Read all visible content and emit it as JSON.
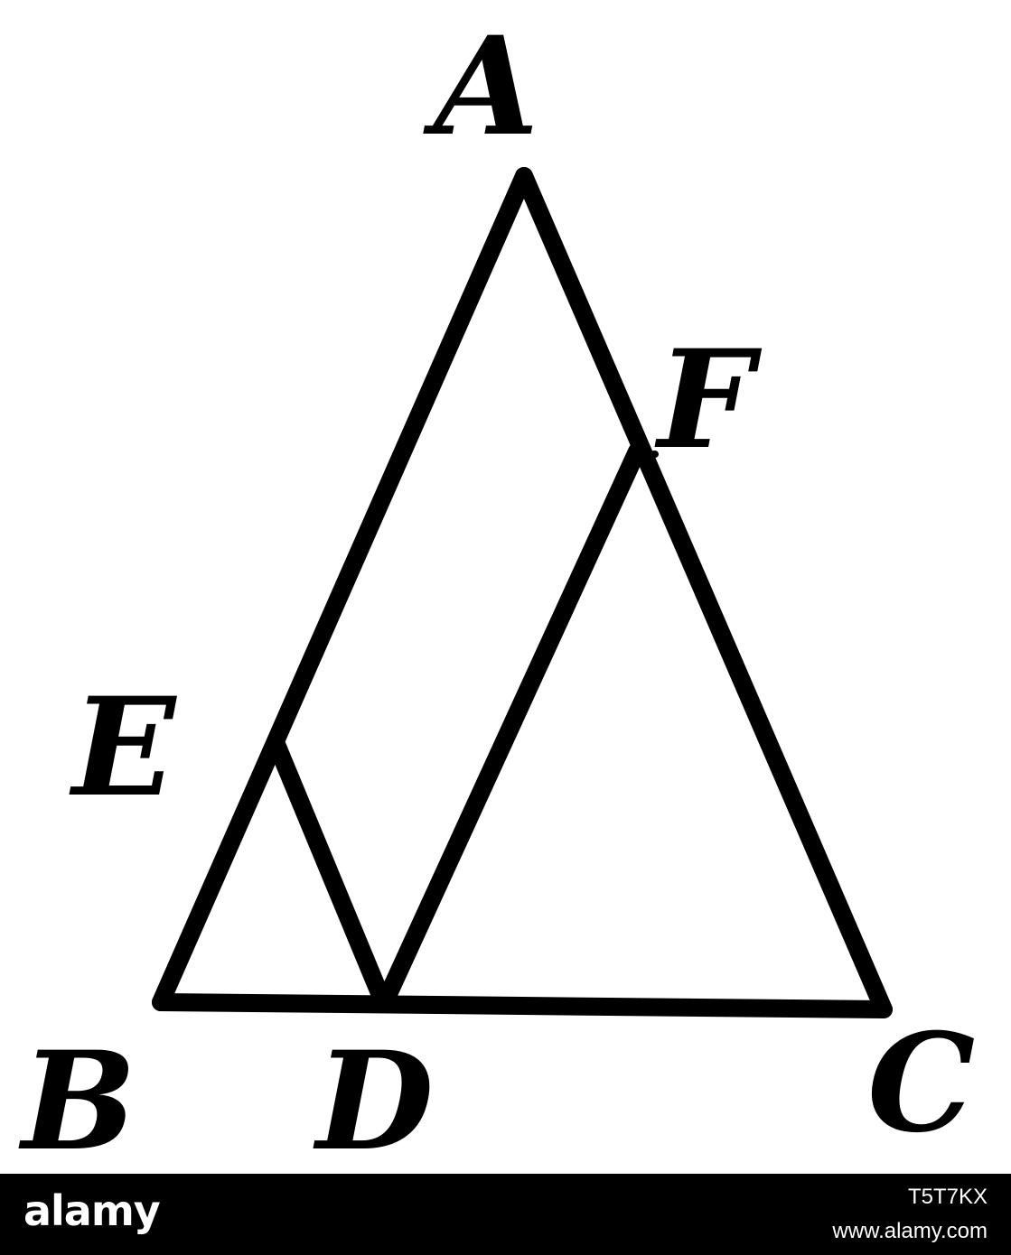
{
  "diagram": {
    "labels": {
      "A": "A",
      "B": "B",
      "C": "C",
      "D": "D",
      "E": "E",
      "F": "F"
    },
    "segments": [
      "AB",
      "AC",
      "BC",
      "ED",
      "DF"
    ]
  },
  "footer": {
    "brand": "alamy",
    "image_id": "T5T7KX",
    "url": "www.alamy.com"
  },
  "colors": {
    "line": "#000000",
    "background": "#ffffff",
    "footer_bg": "#000000",
    "footer_text": "#ffffff"
  }
}
